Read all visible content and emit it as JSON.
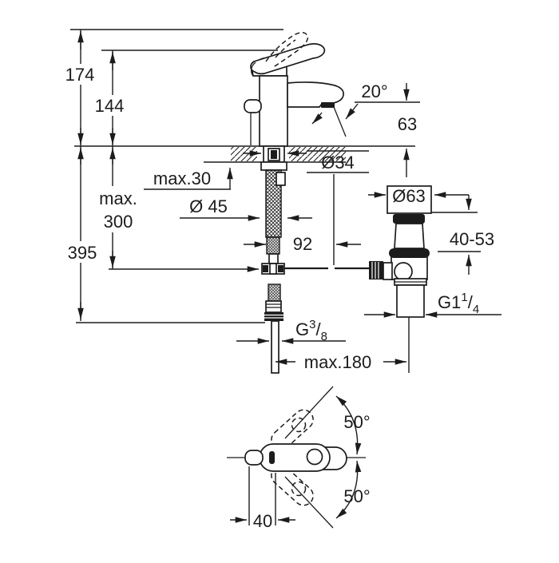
{
  "drawing": {
    "colors": {
      "background": "#ffffff",
      "line": "#1c1c1c"
    },
    "side_view": {
      "heights": {
        "lever_raised": "174",
        "lever_closed": "144",
        "popup_rod_line1": "max.",
        "popup_rod_line2": "300",
        "hose_length": "395",
        "spout_to_counter": "63"
      },
      "counter": {
        "max_thickness": "max.30"
      },
      "diameters": {
        "mounting_hole": "Ø34",
        "base": "Ø 45",
        "drain_flange": "Ø63"
      },
      "spout": {
        "stream_angle": "20°",
        "reach": "92"
      },
      "drain": {
        "basin_thickness_range": "40-53",
        "thread_base": "G1",
        "thread_sup": "1",
        "thread_slash": "/",
        "thread_sub": "4"
      },
      "supply": {
        "thread_base": "G",
        "thread_sup": "3",
        "thread_slash": "/",
        "thread_sub": "8",
        "max_center_distance": "max.180"
      }
    },
    "top_view": {
      "swivel_up": "50°",
      "swivel_down": "50°",
      "handle_offset": "40"
    }
  }
}
